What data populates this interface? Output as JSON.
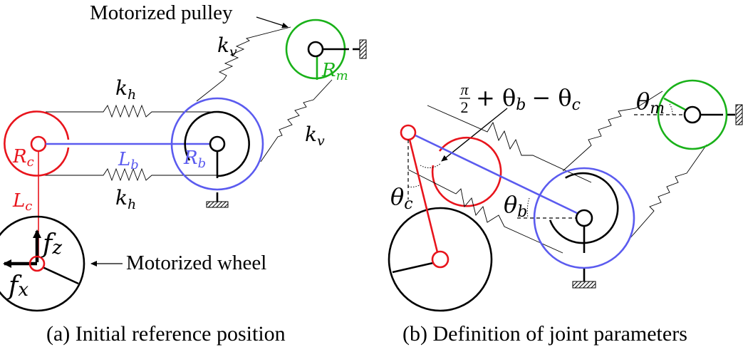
{
  "colors": {
    "crank": "#e8141c",
    "beam": "#5b5bef",
    "motor_pulley": "#19b119",
    "line": "#000000"
  },
  "panel_a": {
    "caption": "(a) Initial reference position",
    "callout_pulley": "Motorized pulley",
    "callout_wheel": "Motorized wheel",
    "labels": {
      "k_v_top": "k",
      "k_v_top_sub": "v",
      "k_v_right": "k",
      "k_v_right_sub": "v",
      "k_h_top": "k",
      "k_h_top_sub": "h",
      "k_h_bottom": "k",
      "k_h_bottom_sub": "h",
      "R_m": "R",
      "R_m_sub": "m",
      "R_c": "R",
      "R_c_sub": "c",
      "L_b": "L",
      "L_b_sub": "b",
      "R_b": "R",
      "R_b_sub": "b",
      "L_c": "L",
      "L_c_sub": "c",
      "f_z": "f",
      "f_z_sub": "z",
      "f_x": "f",
      "f_x_sub": "x"
    }
  },
  "panel_b": {
    "caption": "(b) Definition of joint parameters",
    "angle_expr": {
      "frac_num": "π",
      "frac_den": "2",
      "rest": "+ θ",
      "rest_sub": "b",
      "minus": "− θ",
      "minus_sub": "c"
    },
    "labels": {
      "theta_m": "θ",
      "theta_m_sub": "m",
      "theta_c": "θ",
      "theta_c_sub": "c",
      "theta_b": "θ",
      "theta_b_sub": "b"
    }
  }
}
